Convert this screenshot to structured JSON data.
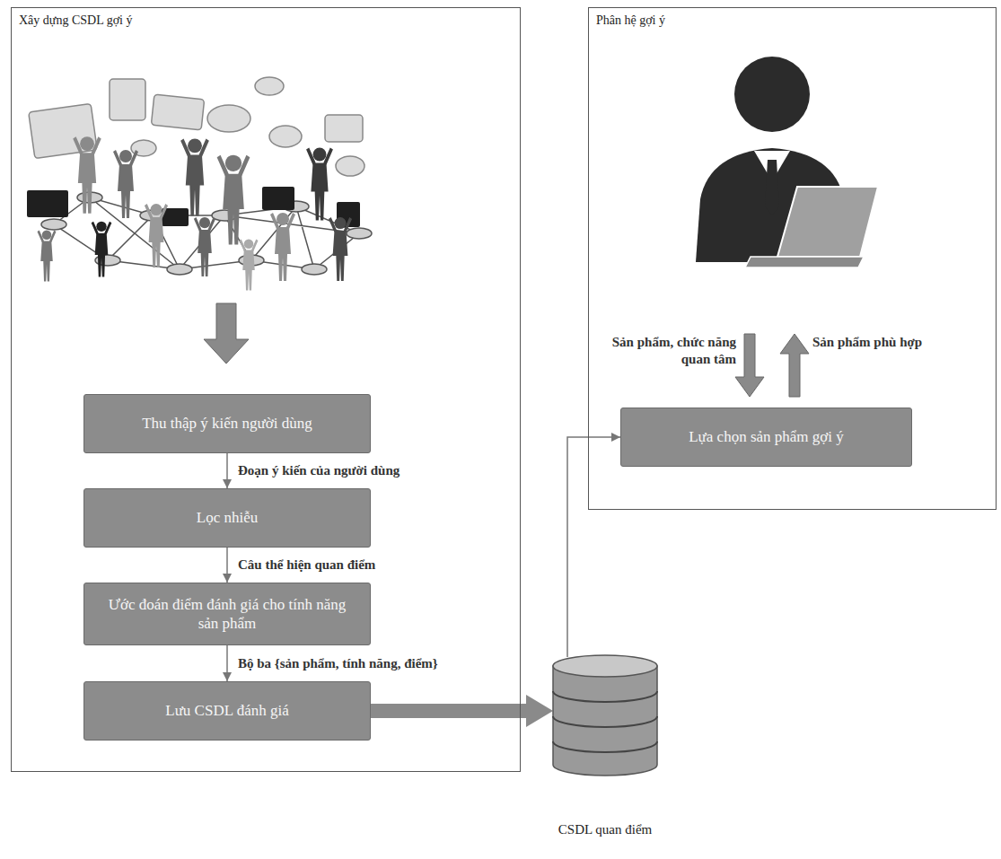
{
  "diagram": {
    "nodes": [
      {
        "text": [
          "Xây dựng CSDL gợi ý"
        ]
      },
      {
        "text": [
          "Thu thập ý kiến người dùng"
        ],
        "in": 0
      },
      {
        "text": [
          "Lọc nhiễu"
        ],
        "in": 0
      },
      {
        "text": [
          "Ước đoán điểm đánh giá cho tính năng sản phẩm"
        ],
        "in": 0
      },
      {
        "text": [
          "Lưu CSDL đánh giá"
        ],
        "in": 0
      },
      {
        "text": [
          "Phân hệ gợi ý"
        ]
      },
      {
        "text": [
          "Lựa chọn sản phẩm gợi ý"
        ],
        "in": 5
      },
      {
        "text": [
          "CSDL quan điểm"
        ]
      }
    ],
    "edges": [
      {
        "from": 1,
        "to": 2,
        "label": "Đoạn ý kiến của người dùng",
        "arrow": "to"
      },
      {
        "from": 2,
        "to": 3,
        "label": "Câu thể hiện quan điểm",
        "arrow": "to"
      },
      {
        "from": 3,
        "to": 4,
        "label": "Bộ ba {sản phẩm, tính năng, điểm}",
        "arrow": "to"
      },
      {
        "from": 4,
        "to": 7,
        "arrow": "to"
      },
      {
        "from": 7,
        "to": 6,
        "arrow": "to"
      }
    ],
    "labels": [
      "Sản phẩm, chức năng quan tâm",
      "Sản phẩm phù hợp"
    ]
  }
}
